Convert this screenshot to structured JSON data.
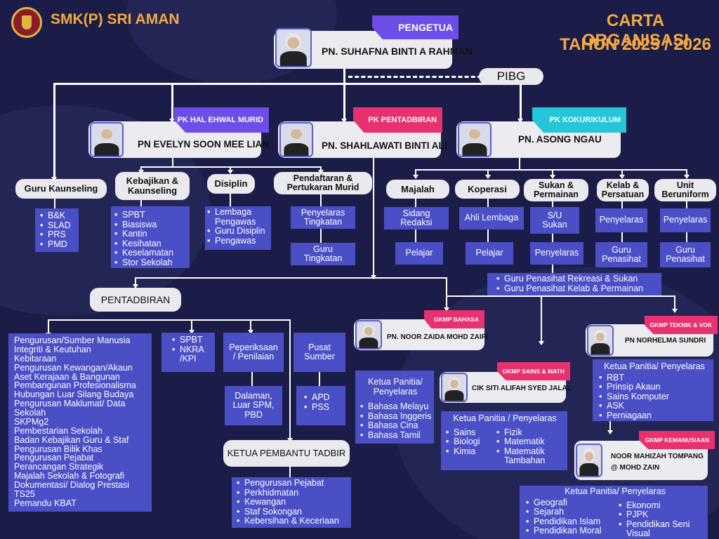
{
  "colors": {
    "bg": "#1b1d48",
    "box": "#4b4fc6",
    "pink": "#e8316f",
    "cyan": "#26c6d8",
    "violet": "#6d4ee8",
    "orange": "#f4a940",
    "card": "#ececf0"
  },
  "header": {
    "school": "SMK(P) SRI AMAN",
    "title1": "CARTA ORGANISASI",
    "title2": "TAHUN 2025 / 2026",
    "logo_icon": "school-crest-icon"
  },
  "top": {
    "role": "PENGETUA",
    "name": "PN. SUHAFNA BINTI A RAHMAN",
    "pibg": "PIBG"
  },
  "pk": [
    {
      "role": "PK HAL EHWAL MURID",
      "name": "PN EVELYN SOON MEE LIAN"
    },
    {
      "role": "PK PENTADBIRAN",
      "name": "PN. SHAHLAWATI BINTI ALI"
    },
    {
      "role": "PK KOKURIKULUM",
      "name": "PN. ASONG NGAU"
    }
  ],
  "hem": {
    "kaunseling": {
      "title": "Guru Kaunseling",
      "items": [
        "B&K",
        "SLAD",
        "PRS",
        "PMD"
      ]
    },
    "kebajikan": {
      "title1": "Kebajikan &",
      "title2": "Kaunseling",
      "items": [
        "SPBT",
        "Biasiswa",
        "Kantin",
        "Kesihatan",
        "Keselamatan",
        "Stor Sekolah"
      ]
    },
    "disiplin": {
      "title": "Disiplin",
      "items": [
        "Lembaga Pengawas",
        "Guru Disiplin",
        "Pengawas"
      ]
    },
    "pendaftaran": {
      "title1": "Pendaftaran &",
      "title2": "Pertukaran Murid",
      "box1": "Penyelaras Tingkatan",
      "box2": "Guru Tingkatan"
    }
  },
  "koko": {
    "majalah": {
      "title": "Majalah",
      "box1": "Sidang Redaksi",
      "box2": "Pelajar"
    },
    "koperasi": {
      "title": "Koperasi",
      "box1": "Ahli Lembaga",
      "box2": "Pelajar"
    },
    "sukan": {
      "title1": "Sukan &",
      "title2": "Permainan",
      "box1": "S/U Sukan",
      "box2": "Penyelaras"
    },
    "kelab": {
      "title1": "Kelab &",
      "title2": "Persatuan",
      "box1": "Penyelaras",
      "box2": "Guru Penasihat"
    },
    "unit": {
      "title1": "Unit",
      "title2": "Beruniform",
      "box1": "Penyelaras",
      "box2": "Guru Penasihat"
    },
    "penasihat": [
      "Guru Penasihat Rekreasi & Sukan",
      "Guru Penasihat Kelab & Permainan"
    ]
  },
  "pentadbiran": {
    "title": "PENTADBIRAN",
    "list": [
      "Pengurusan/Sumber Manusia",
      "Integriti & Keutuhan",
      "Kebitaraan",
      "Pengurusan Kewangan/Akaun",
      "Aset Kerajaan & Bangunan",
      "Pembangunan Profesionalisma",
      "Hubungan Luar Silang Budaya",
      "Pengurusan Maklumat/ Data Sekolah",
      "SKPMg2",
      "Pembestarian Sekolah",
      "Badan Kebajikan Guru & Staf",
      "Pengurusan Bilik Khas",
      "Pengurusan Pejabat",
      "Perancangan Strategik",
      "Majalah Sekolah & Fotografi",
      "Dokumentasi/ Dialog Prestasi",
      "TS25",
      "Pemandu KBAT"
    ],
    "spbt": [
      "SPBT",
      "NKRA /KPI"
    ],
    "peperiksaan": {
      "title": "Peperiksaan / Penilaian",
      "sub": "Dalaman, Luar SPM, PBD"
    },
    "pusat": {
      "title": "Pusat Sumber",
      "items": [
        "APD",
        "PSS"
      ]
    },
    "kpt": {
      "title": "KETUA PEMBANTU TADBIR",
      "items": [
        "Pengurusan Pejabat",
        "Perkhidmatan",
        "Kewangan",
        "Staf Sokongan",
        "Kebersihan & Keceriaan"
      ]
    }
  },
  "gkmp": [
    {
      "role": "GKMP BAHASA",
      "name": "PN. NOOR ZAIDA MOHD ZAIRI",
      "heading": "Ketua Panitia/ Penyelaras",
      "items": [
        "Bahasa Melayu",
        "Bahasa Inggeris",
        "Bahasa Cina",
        "Bahasa Tamil"
      ]
    },
    {
      "role": "GKMP SAINS & MATH",
      "name": "CIK SITI ALIFAH SYED JALAL",
      "heading": "Ketua Panitia / Penyelaras",
      "items_left": [
        "Sains",
        "Biologi",
        "Kimia"
      ],
      "items_right": [
        "Fizik",
        "Matematik",
        "Matematik Tambahan"
      ]
    },
    {
      "role": "GKMP TEKNIK & VOK",
      "name": "PN NORHELMA SUNDRI",
      "heading": "Ketua Panitia/ Penyelaras",
      "items": [
        "RBT",
        "Prinsip Akaun",
        "Sains Komputer",
        "ASK",
        "Perniagaan"
      ]
    },
    {
      "role": "GKMP KEMANUSIAAN",
      "name1": "NOOR MAHIZAH TOMPANG",
      "name2": "@ MOHD ZAIN",
      "heading": "Ketua Panitia/ Penyelaras",
      "items_left": [
        "Geografi",
        "Sejarah",
        "Pendidikan Islam",
        "Pendidikan Moral"
      ],
      "items_right": [
        "Ekonomi",
        "PJPK",
        "Pendidikan Seni Visual"
      ]
    }
  ]
}
